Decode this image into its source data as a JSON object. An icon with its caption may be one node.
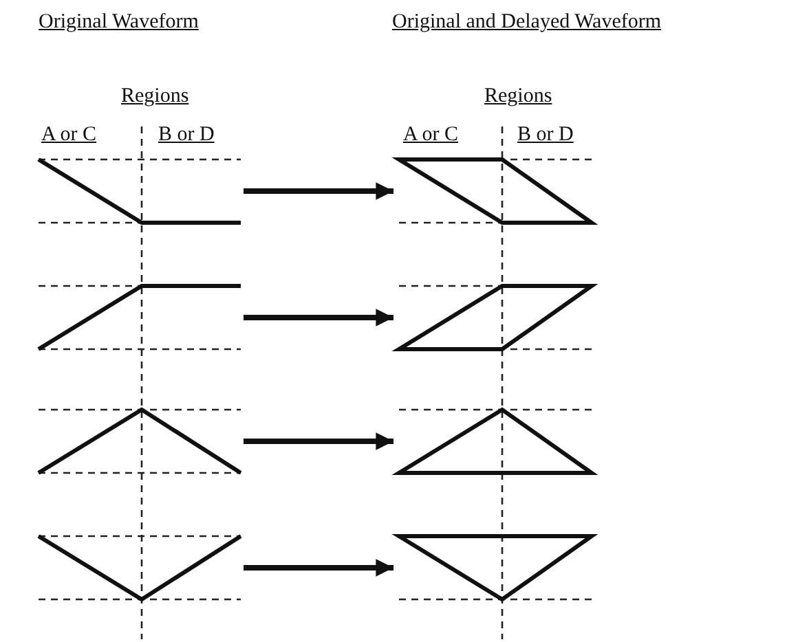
{
  "diagram": {
    "nodes": [
      {
        "text": [],
        "shape": "picture"
      },
      {
        "text": [],
        "shape": "picture"
      },
      {
        "text": [],
        "shape": "picture"
      },
      {
        "text": [],
        "shape": "picture"
      },
      {
        "text": [],
        "shape": "picture"
      },
      {
        "text": [],
        "shape": "picture"
      },
      {
        "text": [],
        "shape": "picture"
      },
      {
        "text": [],
        "shape": "picture"
      }
    ],
    "edges": [
      {
        "from": 0,
        "to": 1,
        "arrow": "to"
      },
      {
        "from": 2,
        "to": 3,
        "arrow": "to"
      },
      {
        "from": 4,
        "to": 5,
        "arrow": "to"
      },
      {
        "from": 6,
        "to": 7,
        "arrow": "to"
      }
    ],
    "labels": [
      "Original Waveform",
      "Original and Delayed Waveform",
      "Regions",
      "Regions",
      "A or C",
      "B or D",
      "A or C",
      "B or D"
    ]
  }
}
